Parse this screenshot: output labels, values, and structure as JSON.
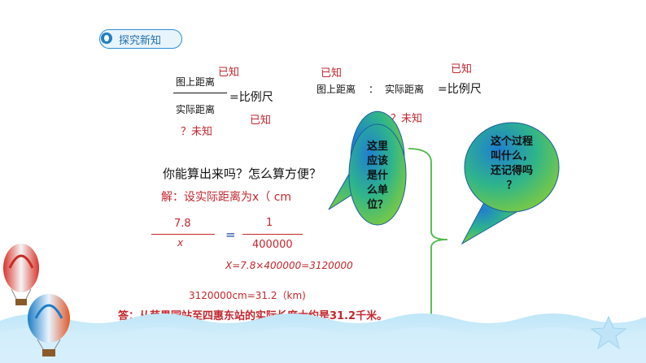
{
  "header": {
    "badge_label": "探究新知"
  },
  "formula1": {
    "known_top": "已知",
    "numerator": "图上距离",
    "denominator": "实际距离",
    "equals": "=比例尺",
    "unknown": "？未知",
    "known_right": "已知"
  },
  "formula2": {
    "known_left": "已知",
    "left": "图上距离",
    "colon": "：",
    "right": "实际距离",
    "equals": "=比例尺",
    "known_right": "已知",
    "unknown": "？未知"
  },
  "question": "你能算出来吗？怎么算方便？",
  "solution": {
    "setup": "解：设实际距离为x（  cm",
    "num_left": "7.8",
    "den_left": "x",
    "equals": "=",
    "num_right": "1",
    "den_right": "400000",
    "result": "X=7.8×400000=3120000",
    "conversion": "3120000cm=31.2（km)",
    "answer": "答：从苹果园站至四惠东站的实际长度大约是31.2千米。"
  },
  "bubbles": {
    "unit_question": [
      "这里",
      "应该",
      "是什",
      "么单",
      "位？"
    ],
    "process_question": [
      "这个过程",
      "叫什么，",
      "还记得吗",
      "？"
    ]
  },
  "colors": {
    "accent_blue": "#2b8fd6",
    "red_text": "#c4262e",
    "bracket_green": "#4cb848",
    "bubble_gradient": [
      "#1e7fd0",
      "#2fb58a",
      "#7ac943"
    ]
  },
  "decorations": [
    "hot-air-balloon-icon",
    "hot-air-balloon-icon",
    "starfish-icon",
    "wave-decoration"
  ]
}
